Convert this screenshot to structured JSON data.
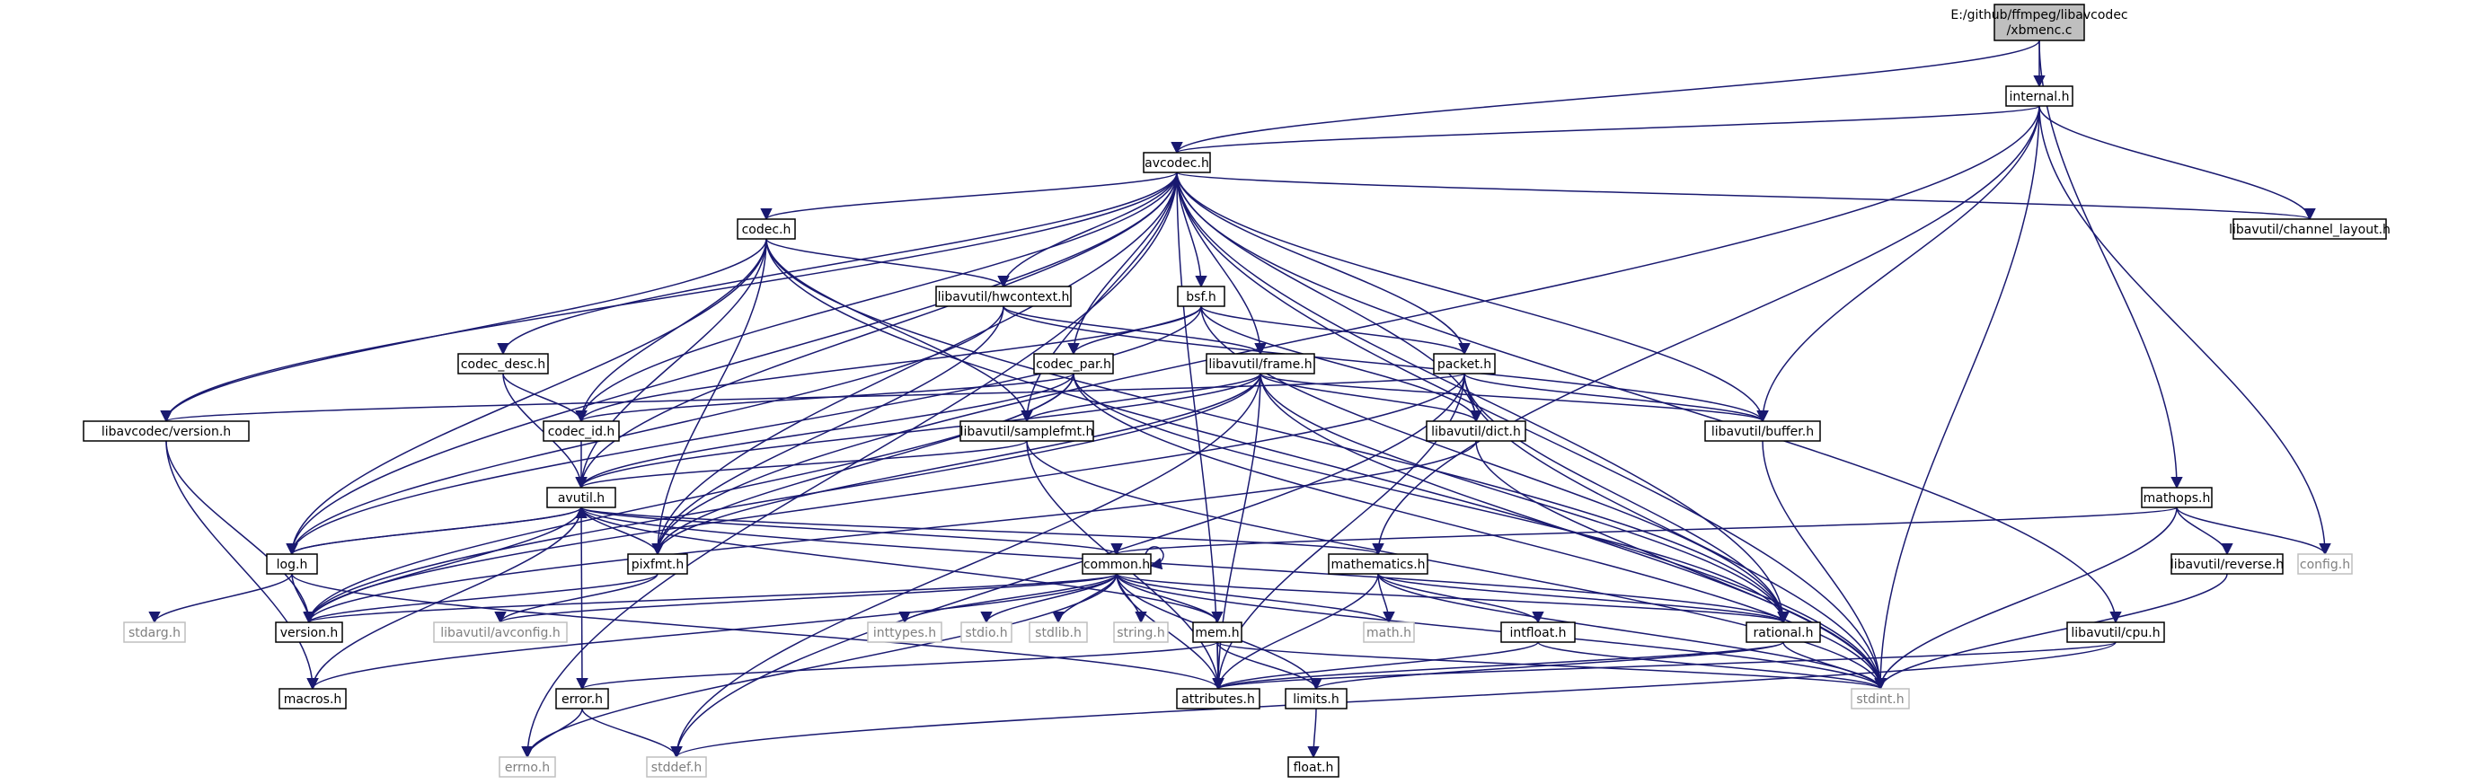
{
  "diagram": {
    "root_label": [
      "E:/github/ffmpeg/libavcodec",
      "/xbmenc.c"
    ],
    "nodes": {
      "root": "E:/github/ffmpeg/libavcodec/xbmenc.c",
      "internal": "internal.h",
      "avcodec": "avcodec.h",
      "codec": "codec.h",
      "channel_layout": "libavutil/channel_layout.h",
      "hwcontext": "libavutil/hwcontext.h",
      "bsf": "bsf.h",
      "codec_desc": "codec_desc.h",
      "codec_par": "codec_par.h",
      "frame": "libavutil/frame.h",
      "packet": "packet.h",
      "lavc_version": "libavcodec/version.h",
      "codec_id": "codec_id.h",
      "samplefmt": "libavutil/samplefmt.h",
      "dict": "libavutil/dict.h",
      "buffer": "libavutil/buffer.h",
      "avutil": "avutil.h",
      "mathops": "mathops.h",
      "log": "log.h",
      "pixfmt": "pixfmt.h",
      "common": "common.h",
      "mathematics": "mathematics.h",
      "reverse": "libavutil/reverse.h",
      "config": "config.h",
      "stdarg": "stdarg.h",
      "version": "version.h",
      "avconfig": "libavutil/avconfig.h",
      "inttypes": "inttypes.h",
      "stdio": "stdio.h",
      "stdlib": "stdlib.h",
      "string": "string.h",
      "mem": "mem.h",
      "math": "math.h",
      "intfloat": "intfloat.h",
      "rational": "rational.h",
      "cpu": "libavutil/cpu.h",
      "macros": "macros.h",
      "error": "error.h",
      "attributes": "attributes.h",
      "limits": "limits.h",
      "stdint": "stdint.h",
      "errno": "errno.h",
      "stddef": "stddef.h",
      "float": "float.h"
    },
    "system_headers": [
      "config",
      "stdarg",
      "avconfig",
      "inttypes",
      "stdio",
      "stdlib",
      "string",
      "math",
      "stdint",
      "errno",
      "stddef"
    ],
    "edges": [
      [
        "root",
        "internal"
      ],
      [
        "root",
        "avcodec"
      ],
      [
        "root",
        "mathops"
      ],
      [
        "internal",
        "avcodec"
      ],
      [
        "internal",
        "channel_layout"
      ],
      [
        "internal",
        "buffer"
      ],
      [
        "internal",
        "config"
      ],
      [
        "internal",
        "stdint"
      ],
      [
        "internal",
        "mathematics"
      ],
      [
        "internal",
        "pixfmt"
      ],
      [
        "avcodec",
        "codec"
      ],
      [
        "avcodec",
        "hwcontext"
      ],
      [
        "avcodec",
        "bsf"
      ],
      [
        "avcodec",
        "codec_desc"
      ],
      [
        "avcodec",
        "codec_par"
      ],
      [
        "avcodec",
        "frame"
      ],
      [
        "avcodec",
        "packet"
      ],
      [
        "avcodec",
        "lavc_version"
      ],
      [
        "avcodec",
        "codec_id"
      ],
      [
        "avcodec",
        "samplefmt"
      ],
      [
        "avcodec",
        "dict"
      ],
      [
        "avcodec",
        "buffer"
      ],
      [
        "avcodec",
        "avutil"
      ],
      [
        "avcodec",
        "log"
      ],
      [
        "avcodec",
        "pixfmt"
      ],
      [
        "avcodec",
        "rational"
      ],
      [
        "avcodec",
        "channel_layout"
      ],
      [
        "avcodec",
        "cpu"
      ],
      [
        "avcodec",
        "stdint"
      ],
      [
        "avcodec",
        "errno"
      ],
      [
        "avcodec",
        "attributes"
      ],
      [
        "codec",
        "hwcontext"
      ],
      [
        "codec",
        "samplefmt"
      ],
      [
        "codec",
        "lavc_version"
      ],
      [
        "codec",
        "codec_id"
      ],
      [
        "codec",
        "avutil"
      ],
      [
        "codec",
        "log"
      ],
      [
        "codec",
        "pixfmt"
      ],
      [
        "codec",
        "rational"
      ],
      [
        "codec",
        "stdint"
      ],
      [
        "hwcontext",
        "buffer"
      ],
      [
        "hwcontext",
        "frame"
      ],
      [
        "hwcontext",
        "log"
      ],
      [
        "hwcontext",
        "pixfmt"
      ],
      [
        "bsf",
        "codec_id"
      ],
      [
        "bsf",
        "codec_par"
      ],
      [
        "bsf",
        "packet"
      ],
      [
        "bsf",
        "dict"
      ],
      [
        "bsf",
        "log"
      ],
      [
        "bsf",
        "rational"
      ],
      [
        "codec_desc",
        "codec_id"
      ],
      [
        "codec_desc",
        "avutil"
      ],
      [
        "codec_par",
        "codec_id"
      ],
      [
        "codec_par",
        "avutil"
      ],
      [
        "codec_par",
        "pixfmt"
      ],
      [
        "codec_par",
        "rational"
      ],
      [
        "codec_par",
        "stdint"
      ],
      [
        "codec_par",
        "version"
      ],
      [
        "frame",
        "avutil"
      ],
      [
        "frame",
        "buffer"
      ],
      [
        "frame",
        "dict"
      ],
      [
        "frame",
        "rational"
      ],
      [
        "frame",
        "samplefmt"
      ],
      [
        "frame",
        "pixfmt"
      ],
      [
        "frame",
        "version"
      ],
      [
        "frame",
        "stdint"
      ],
      [
        "frame",
        "stddef"
      ],
      [
        "frame",
        "attributes"
      ],
      [
        "packet",
        "buffer"
      ],
      [
        "packet",
        "dict"
      ],
      [
        "packet",
        "attributes"
      ],
      [
        "packet",
        "rational"
      ],
      [
        "packet",
        "stdint"
      ],
      [
        "packet",
        "version"
      ],
      [
        "packet",
        "lavc_version"
      ],
      [
        "packet",
        "stddef"
      ],
      [
        "lavc_version",
        "version"
      ],
      [
        "lavc_version",
        "macros"
      ],
      [
        "codec_id",
        "avutil"
      ],
      [
        "samplefmt",
        "avutil"
      ],
      [
        "samplefmt",
        "attributes"
      ],
      [
        "samplefmt",
        "stdint"
      ],
      [
        "dict",
        "stdint"
      ],
      [
        "dict",
        "version"
      ],
      [
        "buffer",
        "stdint"
      ],
      [
        "avutil",
        "common"
      ],
      [
        "avutil",
        "rational"
      ],
      [
        "avutil",
        "version"
      ],
      [
        "avutil",
        "macros"
      ],
      [
        "avutil",
        "mathematics"
      ],
      [
        "avutil",
        "log"
      ],
      [
        "avutil",
        "pixfmt"
      ],
      [
        "avutil",
        "error"
      ],
      [
        "mathops",
        "config"
      ],
      [
        "mathops",
        "reverse"
      ],
      [
        "mathops",
        "stdint"
      ],
      [
        "mathops",
        "common"
      ],
      [
        "log",
        "avutil"
      ],
      [
        "log",
        "version"
      ],
      [
        "log",
        "stdarg"
      ],
      [
        "log",
        "attributes"
      ],
      [
        "pixfmt",
        "version"
      ],
      [
        "pixfmt",
        "avconfig"
      ],
      [
        "common",
        "common"
      ],
      [
        "common",
        "attributes"
      ],
      [
        "common",
        "macros"
      ],
      [
        "common",
        "version"
      ],
      [
        "common",
        "avconfig"
      ],
      [
        "common",
        "inttypes"
      ],
      [
        "common",
        "stdio"
      ],
      [
        "common",
        "stdlib"
      ],
      [
        "common",
        "string"
      ],
      [
        "common",
        "mem"
      ],
      [
        "common",
        "math"
      ],
      [
        "common",
        "limits"
      ],
      [
        "common",
        "stdint"
      ],
      [
        "common",
        "errno"
      ],
      [
        "common",
        "rational"
      ],
      [
        "mathematics",
        "math"
      ],
      [
        "mathematics",
        "intfloat"
      ],
      [
        "mathematics",
        "rational"
      ],
      [
        "mathematics",
        "attributes"
      ],
      [
        "mathematics",
        "stdint"
      ],
      [
        "reverse",
        "stdint"
      ],
      [
        "mem",
        "attributes"
      ],
      [
        "mem",
        "limits"
      ],
      [
        "mem",
        "error"
      ],
      [
        "mem",
        "stdint"
      ],
      [
        "mem",
        "avutil"
      ],
      [
        "intfloat",
        "attributes"
      ],
      [
        "intfloat",
        "stdint"
      ],
      [
        "rational",
        "attributes"
      ],
      [
        "rational",
        "stdint"
      ],
      [
        "rational",
        "limits"
      ],
      [
        "cpu",
        "attributes"
      ],
      [
        "cpu",
        "stddef"
      ],
      [
        "error",
        "errno"
      ],
      [
        "error",
        "stddef"
      ],
      [
        "limits",
        "float"
      ]
    ]
  }
}
